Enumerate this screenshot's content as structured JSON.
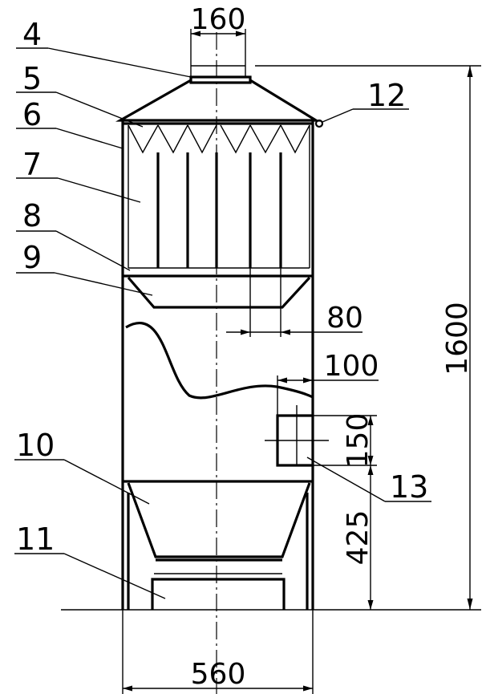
{
  "parts": [
    {
      "id": "4"
    },
    {
      "id": "5"
    },
    {
      "id": "6"
    },
    {
      "id": "7"
    },
    {
      "id": "8"
    },
    {
      "id": "9"
    },
    {
      "id": "10"
    },
    {
      "id": "11"
    },
    {
      "id": "12"
    },
    {
      "id": "13"
    }
  ],
  "dimensions": {
    "top_width": "160",
    "total_height": "1600",
    "filter_gap": "80",
    "inlet_offset": "100",
    "inlet_height": "150",
    "inlet_elevation": "425",
    "body_width": "560"
  }
}
